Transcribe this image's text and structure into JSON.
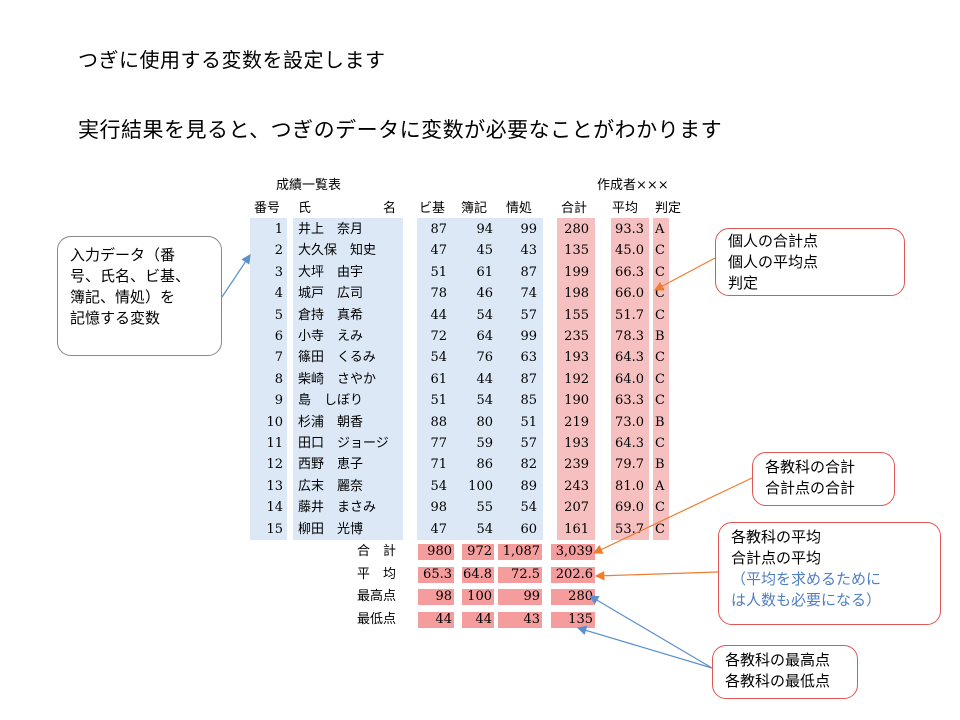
{
  "heading": {
    "line1": "つぎに使用する変数を設定します",
    "line2": "実行結果を見ると、つぎのデータに変数が必要なことがわかります"
  },
  "table": {
    "title": "成績一覧表",
    "author": "作成者×××",
    "headers": [
      "番号",
      "氏",
      "名",
      "ビ基",
      "簿記",
      "情処",
      "合計",
      "平均",
      "判定"
    ],
    "rows": [
      {
        "no": "1",
        "name": "井上　奈月",
        "bk": "87",
        "bo": "94",
        "js": "99",
        "total": "280",
        "avg": "93.3",
        "grade": "A"
      },
      {
        "no": "2",
        "name": "大久保　知史",
        "bk": "47",
        "bo": "45",
        "js": "43",
        "total": "135",
        "avg": "45.0",
        "grade": "C"
      },
      {
        "no": "3",
        "name": "大坪　由宇",
        "bk": "51",
        "bo": "61",
        "js": "87",
        "total": "199",
        "avg": "66.3",
        "grade": "C"
      },
      {
        "no": "4",
        "name": "城戸　広司",
        "bk": "78",
        "bo": "46",
        "js": "74",
        "total": "198",
        "avg": "66.0",
        "grade": "C"
      },
      {
        "no": "5",
        "name": "倉持　真希",
        "bk": "44",
        "bo": "54",
        "js": "57",
        "total": "155",
        "avg": "51.7",
        "grade": "C"
      },
      {
        "no": "6",
        "name": "小寺　えみ",
        "bk": "72",
        "bo": "64",
        "js": "99",
        "total": "235",
        "avg": "78.3",
        "grade": "B"
      },
      {
        "no": "7",
        "name": "篠田　くるみ",
        "bk": "54",
        "bo": "76",
        "js": "63",
        "total": "193",
        "avg": "64.3",
        "grade": "C"
      },
      {
        "no": "8",
        "name": "柴崎　さやか",
        "bk": "61",
        "bo": "44",
        "js": "87",
        "total": "192",
        "avg": "64.0",
        "grade": "C"
      },
      {
        "no": "9",
        "name": "島　しぼり",
        "bk": "51",
        "bo": "54",
        "js": "85",
        "total": "190",
        "avg": "63.3",
        "grade": "C"
      },
      {
        "no": "10",
        "name": "杉浦　朝香",
        "bk": "88",
        "bo": "80",
        "js": "51",
        "total": "219",
        "avg": "73.0",
        "grade": "B"
      },
      {
        "no": "11",
        "name": "田口　ジョージ",
        "bk": "77",
        "bo": "59",
        "js": "57",
        "total": "193",
        "avg": "64.3",
        "grade": "C"
      },
      {
        "no": "12",
        "name": "西野　恵子",
        "bk": "71",
        "bo": "86",
        "js": "82",
        "total": "239",
        "avg": "79.7",
        "grade": "B"
      },
      {
        "no": "13",
        "name": "広末　麗奈",
        "bk": "54",
        "bo": "100",
        "js": "89",
        "total": "243",
        "avg": "81.0",
        "grade": "A"
      },
      {
        "no": "14",
        "name": "藤井　まさみ",
        "bk": "98",
        "bo": "55",
        "js": "54",
        "total": "207",
        "avg": "69.0",
        "grade": "C"
      },
      {
        "no": "15",
        "name": "柳田　光博",
        "bk": "47",
        "bo": "54",
        "js": "60",
        "total": "161",
        "avg": "53.7",
        "grade": "C"
      }
    ],
    "summary": [
      {
        "label": "合　計",
        "bk": "980",
        "bo": "972",
        "js": "1,087",
        "total": "3,039"
      },
      {
        "label": "平　均",
        "bk": "65.3",
        "bo": "64.8",
        "js": "72.5",
        "total": "202.6"
      },
      {
        "label": "最高点",
        "bk": "98",
        "bo": "100",
        "js": "99",
        "total": "280"
      },
      {
        "label": "最低点",
        "bk": "44",
        "bo": "44",
        "js": "43",
        "total": "135"
      }
    ]
  },
  "callouts": {
    "input": [
      "入力データ（番",
      "号、氏名、ビ基、",
      "簿記、情処）を",
      "記憶する変数"
    ],
    "personal": [
      "個人の合計点",
      "個人の平均点",
      "判定"
    ],
    "subject_total": [
      "各教科の合計",
      "合計点の合計"
    ],
    "subject_avg": [
      "各教科の平均",
      "合計点の平均",
      "（平均を求めるために",
      "は人数も必要になる）"
    ],
    "minmax": [
      "各教科の最高点",
      "各教科の最低点"
    ]
  },
  "colors": {
    "input_bg": "#dce8f6",
    "computed_bg": "#f7c0c0",
    "summary_bg": "#f59c9c",
    "blue_arrow": "#5b8fd0",
    "orange_arrow": "#ed7d31",
    "note_blue": "#4f7fc2"
  }
}
